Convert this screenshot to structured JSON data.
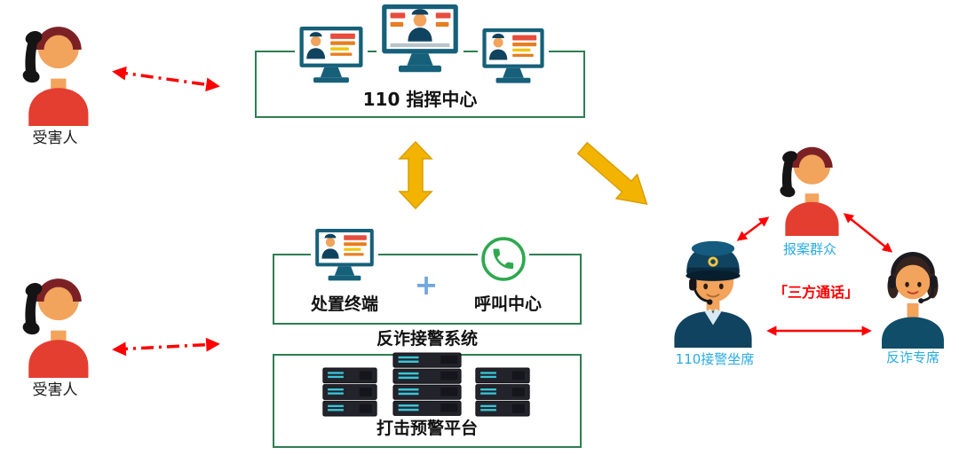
{
  "victims": {
    "top_label": "受害人",
    "bottom_label": "受害人"
  },
  "command_center": {
    "label": "110 指挥中心"
  },
  "reception_system": {
    "terminal_label": "处置终端",
    "plus_sign": "+",
    "call_center_label": "呼叫中心",
    "caption": "反诈接警系统"
  },
  "strike_platform": {
    "label": "打击预警平台"
  },
  "call_group": {
    "reporter_label": "报案群众",
    "seat_110_label": "110接警坐席",
    "anti_fraud_seat_label": "反诈专席",
    "three_way_call_label": "「三方通话」"
  },
  "colors": {
    "box_border_green": "#2E7D52",
    "arrow_red": "#FF0000",
    "arrow_yellow": "#F2B400",
    "label_blue": "#29ABE2",
    "plus_blue": "#6FA8DC",
    "shirt_red": "#E33E30",
    "uniform_navy": "#10435F",
    "monitor_teal": "#16607A",
    "phone_green": "#2FA84F",
    "text_black": "#1A1A1A"
  },
  "icons": {
    "victim": "person-with-phone-icon",
    "reporter": "person-with-phone-icon",
    "command_center": "monitor-icon",
    "terminal": "monitor-icon",
    "call_center": "green-phone-circle-icon",
    "platform": "server-stack-icon",
    "seat_110": "police-officer-headset-icon",
    "anti_fraud_seat": "female-agent-headset-icon"
  }
}
